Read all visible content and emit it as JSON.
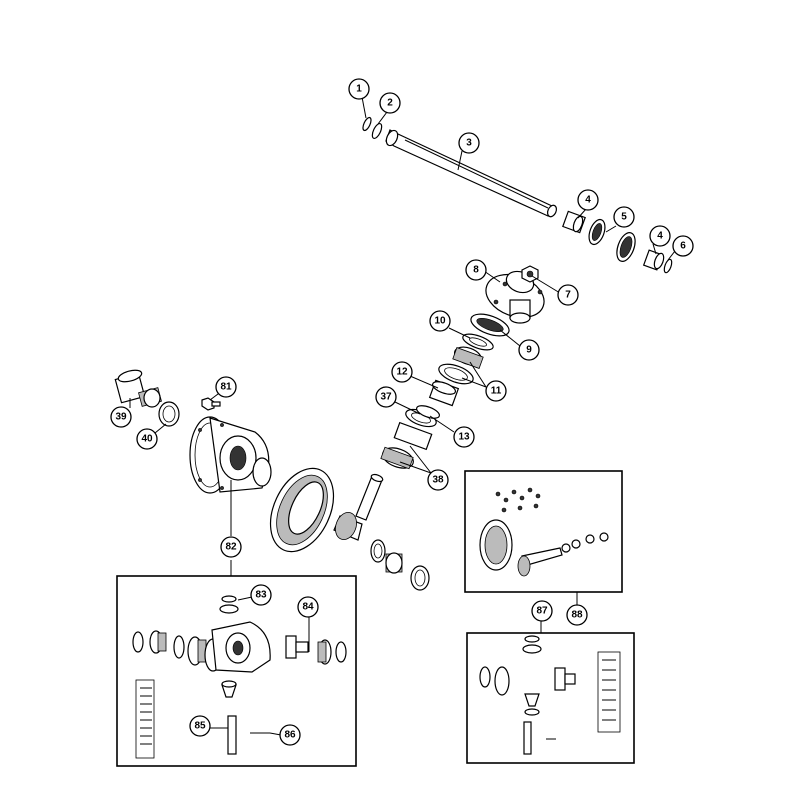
{
  "callouts": {
    "c1": "1",
    "c2": "2",
    "c3": "3",
    "c4a": "4",
    "c5": "5",
    "c4b": "4",
    "c6": "6",
    "c8": "8",
    "c7": "7",
    "c10": "10",
    "c9": "9",
    "c12": "12",
    "c11": "11",
    "c37": "37",
    "c13": "13",
    "c38": "38",
    "c81": "81",
    "c39": "39",
    "c40": "40",
    "c82": "82",
    "c83": "83",
    "c84": "84",
    "c85": "85",
    "c86": "86",
    "c87": "87",
    "c88": "88"
  },
  "colors": {
    "line": "#000000",
    "background": "#ffffff",
    "shade": "#bbbbbb"
  }
}
